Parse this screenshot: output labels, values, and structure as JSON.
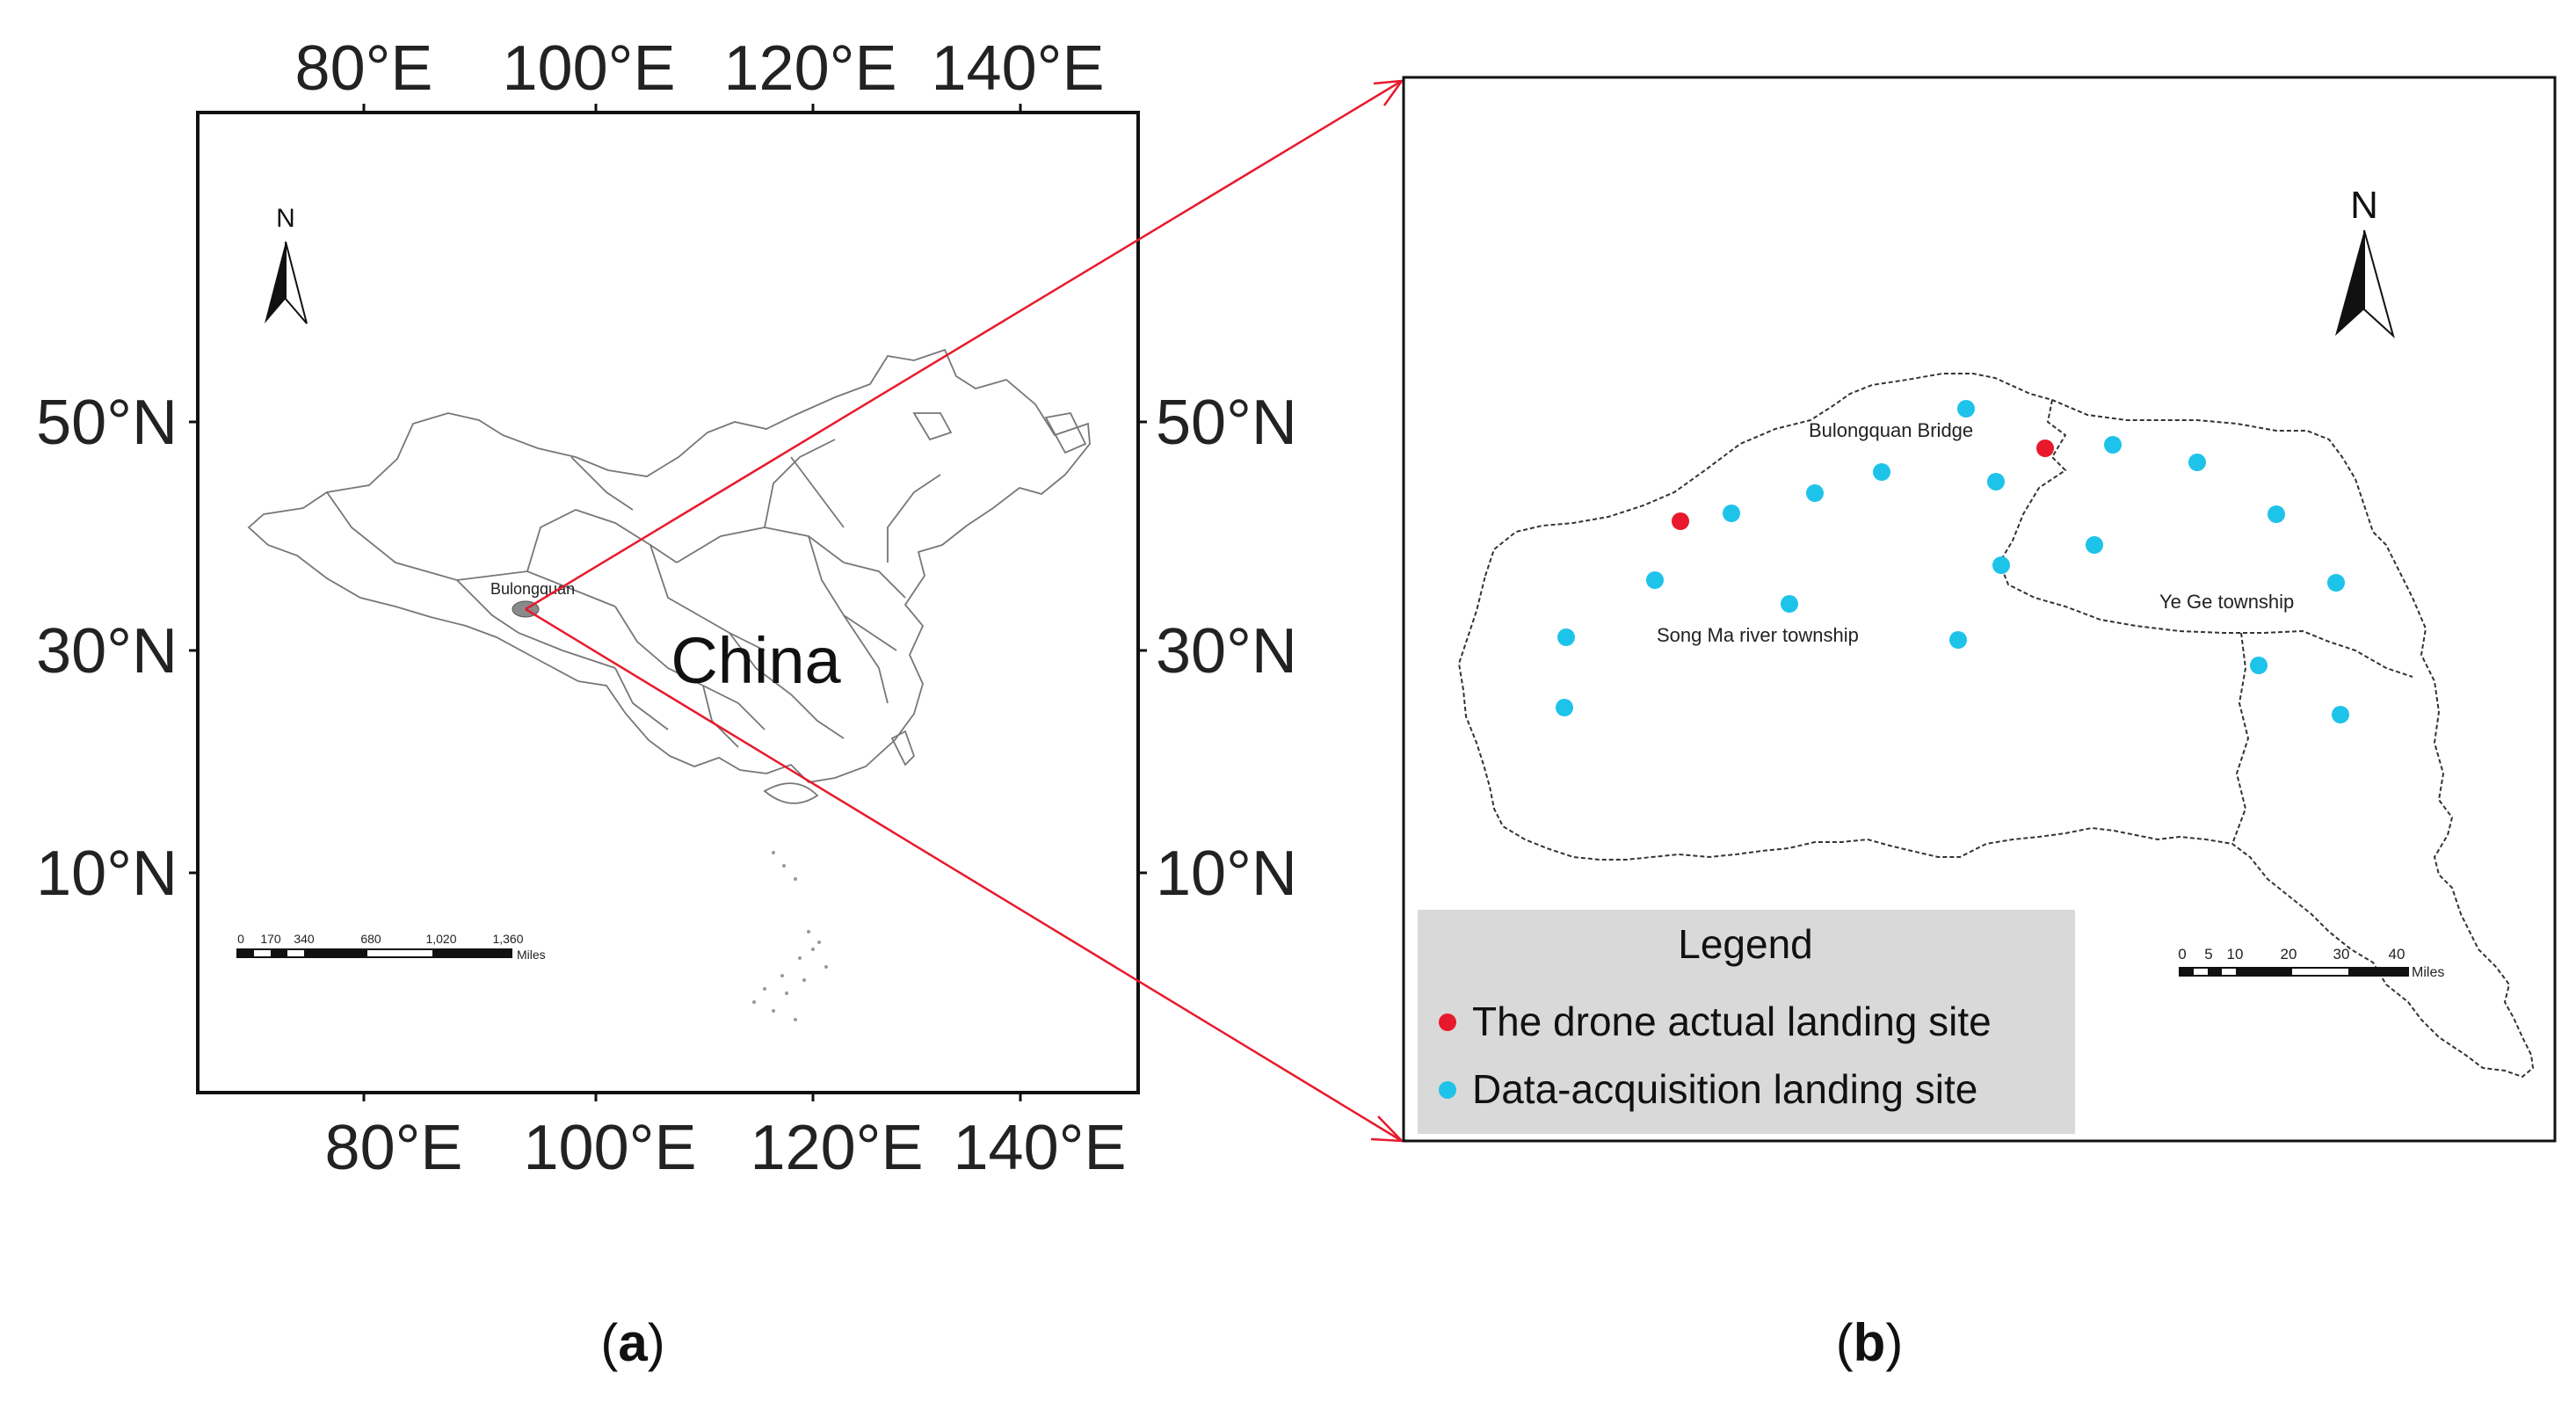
{
  "panel_a": {
    "top_lon_labels": [
      "80°E",
      "100°E",
      "120°E",
      "140°E"
    ],
    "bottom_lon_labels": [
      "80°E",
      "100°E",
      "120°E",
      "140°E"
    ],
    "left_lat_labels": [
      "50°N",
      "30°N",
      "10°N"
    ],
    "right_lat_labels": [
      "50°N",
      "30°N",
      "10°N"
    ],
    "north_label": "N",
    "country_label": "China",
    "site_label": "Bulongquan",
    "scale_ticks": [
      "0",
      "170",
      "340",
      "680",
      "1,020",
      "1,360"
    ],
    "scale_unit": "Miles",
    "caption_letter": "a"
  },
  "panel_b": {
    "north_label": "N",
    "place_labels": {
      "bridge": "Bulongquan Bridge",
      "songma": "Song Ma river township",
      "yege": "Ye Ge township"
    },
    "scale_ticks": [
      "0",
      "5",
      "10",
      "20",
      "30",
      "40"
    ],
    "scale_unit": "Miles",
    "legend": {
      "title": "Legend",
      "items": [
        {
          "label": "The drone actual landing site",
          "color": "#e8192c"
        },
        {
          "label": "Data-acquisition landing site",
          "color": "#1ec3ea"
        }
      ]
    },
    "caption_letter": "b"
  },
  "colors": {
    "pointer_lines": "#e8192c",
    "drone_site": "#e8192c",
    "acquisition_site": "#1ec3ea",
    "legend_bg": "#d9d9d9"
  },
  "caption_parens": {
    "open": "(",
    "close": ")"
  }
}
